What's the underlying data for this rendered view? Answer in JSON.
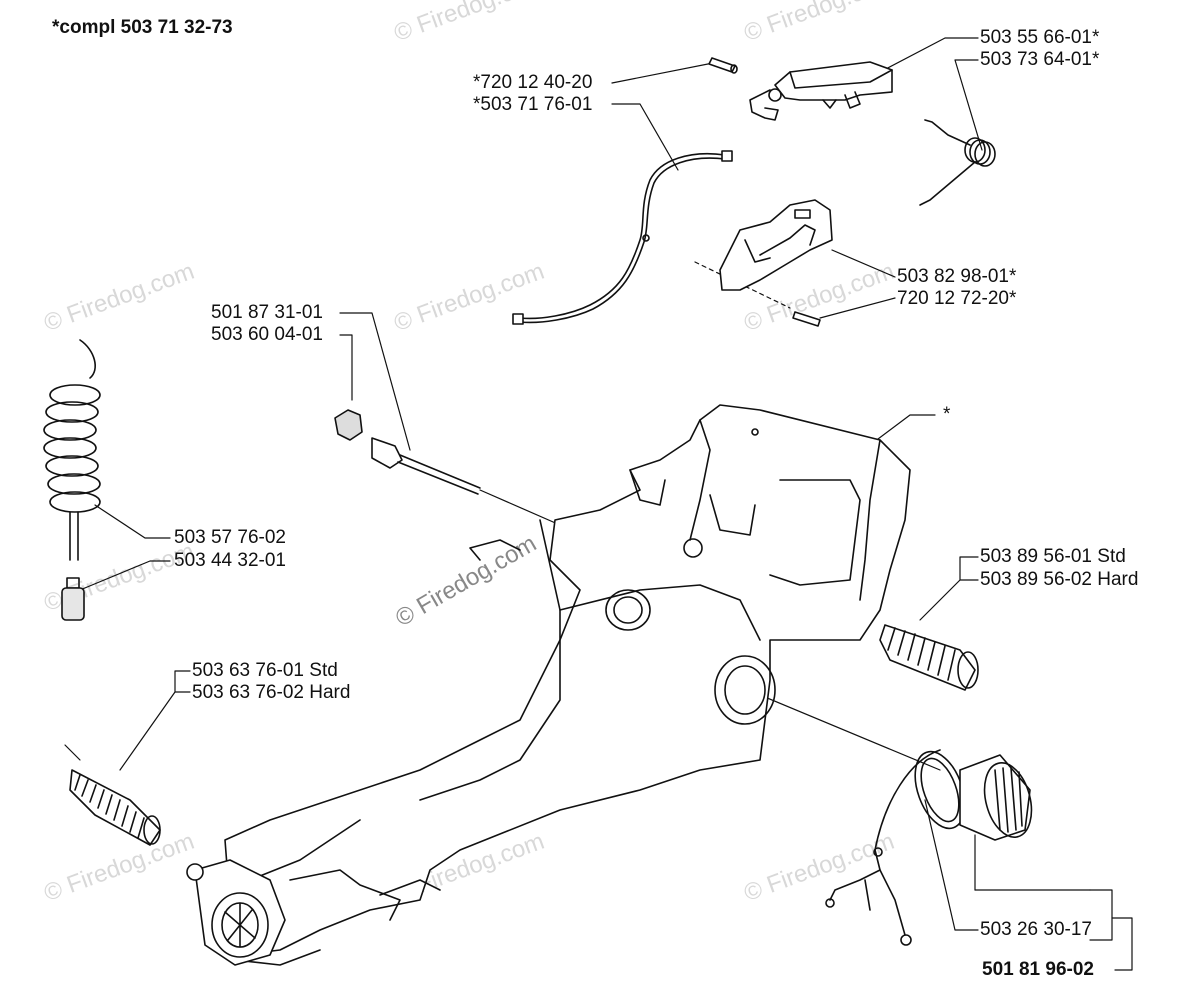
{
  "header": {
    "assembly_label": "*compl 503 71 32-73"
  },
  "labels": {
    "p1": "503 55 66-01*",
    "p2": "503 73 64-01*",
    "p3": "*720 12 40-20",
    "p4": "*503 71 76-01",
    "p5": "503 82 98-01*",
    "p6": "720 12 72-20*",
    "p7": "501 87 31-01",
    "p8": "503 60 04-01",
    "p9": "*",
    "p10": "503 57 76-02",
    "p11": "503 44 32-01",
    "p12": "503 89 56-01 Std",
    "p13": "503 89 56-02 Hard",
    "p14": "503 63 76-01 Std",
    "p15": "503 63 76-02 Hard",
    "p16": "503 26 30-17",
    "p17": "501 81 96-02"
  },
  "watermark": {
    "text": "© Firedog.com",
    "center_text": "© Firedog.com"
  }
}
